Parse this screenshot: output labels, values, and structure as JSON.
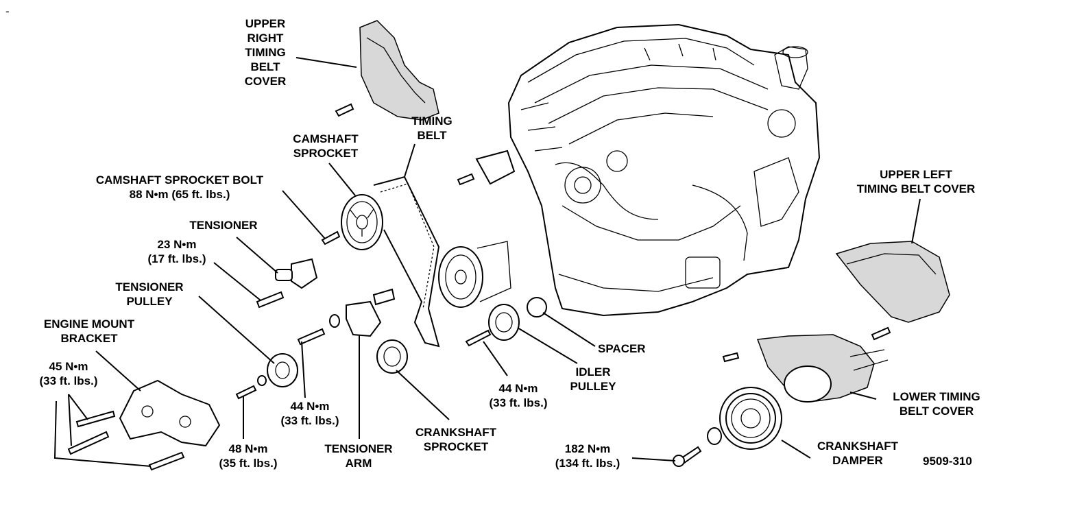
{
  "labels": {
    "upper_right_cover": [
      "UPPER",
      "RIGHT",
      "TIMING",
      "BELT",
      "COVER"
    ],
    "timing_belt": [
      "TIMING",
      "BELT"
    ],
    "camshaft_sprocket": [
      "CAMSHAFT",
      "SPROCKET"
    ],
    "camshaft_sprocket_bolt": [
      "CAMSHAFT SPROCKET BOLT",
      "88 N•m (65 ft. lbs.)"
    ],
    "tensioner": [
      "TENSIONER"
    ],
    "tensioner_torque": [
      "23 N•m",
      "(17 ft. lbs.)"
    ],
    "tensioner_pulley": [
      "TENSIONER",
      "PULLEY"
    ],
    "engine_mount_bracket": [
      "ENGINE MOUNT",
      "BRACKET"
    ],
    "bracket_torque": [
      "45 N•m",
      "(33 ft. lbs.)"
    ],
    "arm_bolt_torque": [
      "44 N•m",
      "(33 ft. lbs.)"
    ],
    "pulley_bolt_torque": [
      "48 N•m",
      "(35 ft. lbs.)"
    ],
    "tensioner_arm": [
      "TENSIONER",
      "ARM"
    ],
    "crankshaft_sprocket": [
      "CRANKSHAFT",
      "SPROCKET"
    ],
    "idler_torque": [
      "44 N•m",
      "(33 ft. lbs.)"
    ],
    "idler_pulley": [
      "IDLER",
      "PULLEY"
    ],
    "spacer": [
      "SPACER"
    ],
    "upper_left_cover": [
      "UPPER LEFT",
      "TIMING BELT COVER"
    ],
    "lower_cover": [
      "LOWER TIMING",
      "BELT COVER"
    ],
    "damper_torque": [
      "182 N•m",
      "(134 ft. lbs.)"
    ],
    "crankshaft_damper": [
      "CRANKSHAFT",
      "DAMPER"
    ],
    "figure_number": "9509-310",
    "corner_mark": "-"
  }
}
